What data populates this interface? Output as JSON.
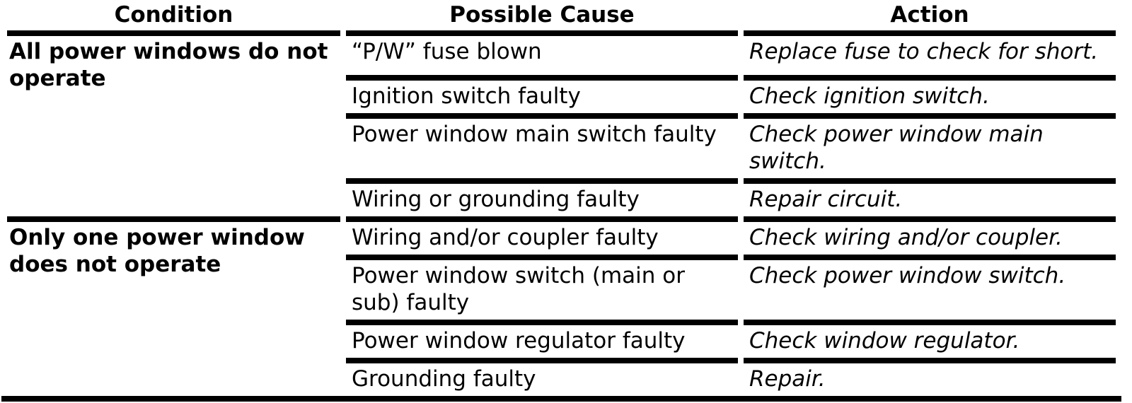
{
  "page": {
    "background_color": "#ffffff",
    "text_color": "#000000",
    "rule_color": "#000000"
  },
  "table": {
    "columns": [
      {
        "label": "Condition"
      },
      {
        "label": "Possible Cause"
      },
      {
        "label": "Action"
      }
    ],
    "groups": [
      {
        "condition": "All power windows do not operate",
        "rows": [
          {
            "cause": "“P/W” fuse blown",
            "action": "Replace fuse to check for short."
          },
          {
            "cause": "Ignition switch faulty",
            "action": "Check ignition switch."
          },
          {
            "cause": "Power window main switch faulty",
            "action": "Check power window main switch."
          },
          {
            "cause": "Wiring or grounding faulty",
            "action": "Repair circuit."
          }
        ]
      },
      {
        "condition": "Only one power window does not operate",
        "rows": [
          {
            "cause": "Wiring and/or coupler faulty",
            "action": "Check wiring and/or coupler."
          },
          {
            "cause": "Power window switch (main or sub) faulty",
            "action": "Check power window switch."
          },
          {
            "cause": "Power window regulator faulty",
            "action": "Check window regulator."
          },
          {
            "cause": "Grounding faulty",
            "action": "Repair."
          }
        ]
      }
    ]
  }
}
